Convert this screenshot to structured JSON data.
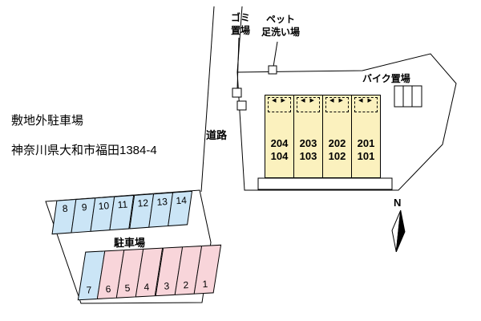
{
  "header": {
    "title": "敷地外駐車場",
    "address": "神奈川県大和市福田1384-4"
  },
  "labels": {
    "garbage_line1": "ゴミ",
    "garbage_line2": "置場",
    "pet_line1": "ペット",
    "pet_line2": "足洗い場",
    "bike": "バイク置場",
    "road": "道路",
    "parking_lot": "駐車場",
    "north": "N"
  },
  "building": {
    "door_arrows": "◀ ▶",
    "units": [
      {
        "upper": "204",
        "lower": "104"
      },
      {
        "upper": "203",
        "lower": "103"
      },
      {
        "upper": "202",
        "lower": "102"
      },
      {
        "upper": "201",
        "lower": "101"
      }
    ]
  },
  "parking": {
    "top_row": [
      "8",
      "9",
      "10",
      "11",
      "12",
      "13",
      "14"
    ],
    "bottom_row": [
      "7",
      "6",
      "5",
      "4",
      "3",
      "2",
      "1"
    ]
  },
  "colors": {
    "unit_fill": "#FBF1BE",
    "stall_blue": "#CBE5F6",
    "stall_pink": "#F8D5DA",
    "line": "#000000"
  }
}
